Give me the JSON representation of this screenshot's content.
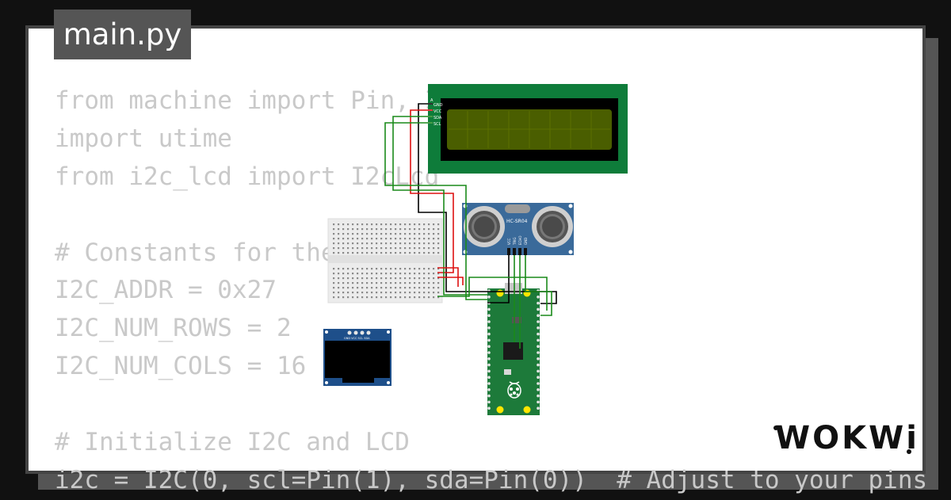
{
  "file_tab": {
    "label": "main.py"
  },
  "code_lines": [
    "from machine import Pin, I2C",
    "import utime",
    "from i2c_lcd import I2cLcd",
    "",
    "# Constants for the LCD",
    "I2C_ADDR = 0x27",
    "I2C_NUM_ROWS = 2",
    "I2C_NUM_COLS = 16",
    "",
    "# Initialize I2C and LCD",
    "i2c = I2C(0, scl=Pin(1), sda=Pin(0))  # Adjust to your pins"
  ],
  "lcd": {
    "pin_labels": [
      "A",
      "GND",
      "VCC",
      "SDA",
      "SCL"
    ]
  },
  "ultrasonic": {
    "label": "HC-SR04",
    "pin_labels": [
      "VCC",
      "TRIG",
      "ECHO",
      "GND"
    ]
  },
  "oled": {
    "header": "GND VCC SCL SDA"
  },
  "logo": {
    "text": "WOKWi"
  },
  "colors": {
    "background": "#111111",
    "card": "#ffffff",
    "card_border": "#444444",
    "tab": "#555555",
    "code_text": "#c9c9c9",
    "pcb_green": "#0e7c3a",
    "lcd_screen": "#4a5e00",
    "sensor_blue": "#3a6a9a",
    "pico_green": "#1d7a3a",
    "wire_green": "#1a8a1a",
    "wire_red": "#dd1111",
    "wire_black": "#000000"
  }
}
